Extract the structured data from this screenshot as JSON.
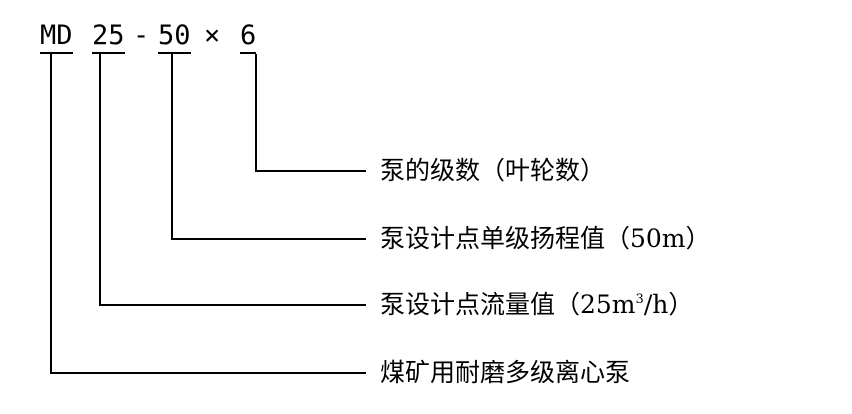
{
  "model": {
    "prefix": "MD",
    "flow": "25",
    "dash": "-",
    "head": "50",
    "times": "×",
    "stages": "6"
  },
  "labels": {
    "stages": "泵的级数（叶轮数）",
    "head": "泵设计点单级扬程值（50m）",
    "flow_pre": "泵设计点流量值（25m",
    "flow_sup": "3",
    "flow_post": "/h）",
    "type": "煤矿用耐磨多级离心泵"
  }
}
